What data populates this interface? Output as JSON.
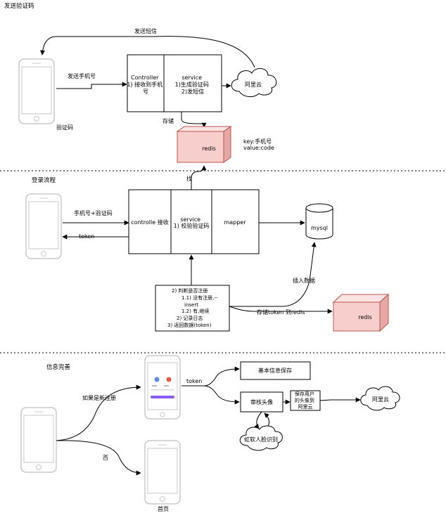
{
  "sections": {
    "send_code": "发送验证码",
    "login": "登录流程",
    "info": "信息完善"
  },
  "top": {
    "sms_label": "发送短信",
    "send_phone_label": "发送手机号",
    "code_label": "验证码",
    "controller_lines": [
      "Controller",
      "1) 接收到手机",
      "号"
    ],
    "service_lines": [
      "service",
      "1)生成验证码",
      "2)发短信"
    ],
    "aliyun": "阿里云",
    "store_label": "存储",
    "redis": "redis",
    "kv_lines": [
      "key:手机号",
      "value:code"
    ]
  },
  "middle": {
    "find_label": "找",
    "phone_code_label": "手机号+验证码",
    "token_label": "token",
    "controller": "controlle 接收",
    "service_lines": [
      "service",
      "1) 校验验证码"
    ],
    "mapper": "mapper",
    "mysql": "mysql",
    "insert_label": "插入数据",
    "store_token_label": "存储token 到redis",
    "redis": "redis",
    "logic_lines": [
      "2) 判断是否注册",
      "1.1) 没有注册,--",
      "insert",
      "1.2) 有,继续",
      "2) 记录日志",
      "3) 返回数据(token)"
    ]
  },
  "bottom": {
    "new_user_label": "如果是新注册",
    "no_label": "否",
    "token_label": "token",
    "basic_info": "基本信息保存",
    "review_avatar": "审核头像",
    "save_avatar_lines": [
      "保存用户",
      "的头像到",
      "阿里云"
    ],
    "aliyun": "阿里云",
    "face_recog": "虹软人脸识别",
    "home_label": "首页"
  },
  "colors": {
    "redis_fill": "#f8cecc",
    "redis_stroke": "#b85450",
    "app_button": "#8a5cf6"
  },
  "icons": [
    "phone-icon",
    "cloud-icon",
    "database-icon",
    "cube-icon"
  ]
}
